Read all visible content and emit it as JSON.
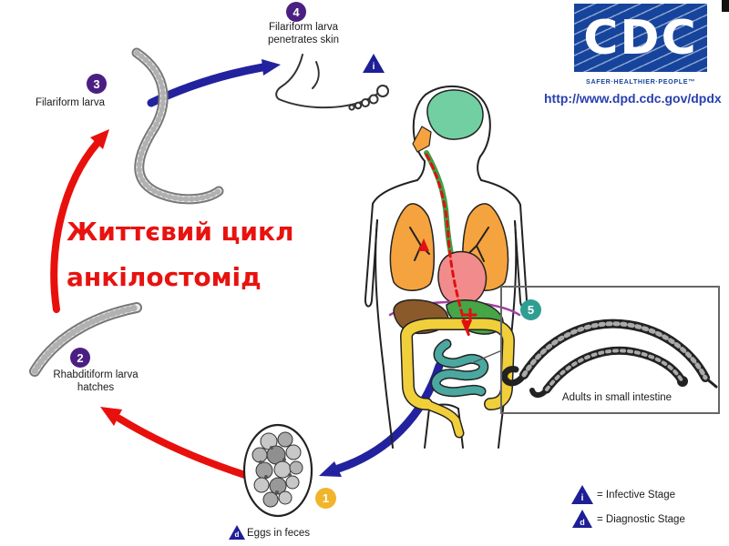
{
  "title": {
    "line1": "Життєвий цикл",
    "line2": "анкілостомід"
  },
  "cdc": {
    "acronym": "CDC",
    "tagline": "SAFER·HEALTHIER·PEOPLE™",
    "url": "http://www.dpd.cdc.gov/dpdx"
  },
  "steps": {
    "s1": {
      "number": "1",
      "label": "Eggs in feces",
      "marker": "d"
    },
    "s2": {
      "number": "2",
      "line1": "Rhabditiform larva",
      "line2": "hatches"
    },
    "s3": {
      "number": "3",
      "label": "Filariform larva"
    },
    "s4": {
      "number": "4",
      "line1": "Filariform larva",
      "line2": "penetrates skin",
      "marker": "i"
    },
    "s5": {
      "number": "5",
      "label": "Adults in small intestine"
    }
  },
  "legend": {
    "infective": {
      "symbol": "i",
      "label": "= Infective Stage"
    },
    "diagnostic": {
      "symbol": "d",
      "label": "= Diagnostic Stage"
    }
  },
  "colors": {
    "title_red": "#e8120f",
    "arrow_red": "#e8100c",
    "arrow_blue": "#22229e",
    "badge_purple": "#4b1f82",
    "badge_yellow": "#f0b52c",
    "badge_teal": "#2f9e92",
    "cdc_blue": "#16449c"
  }
}
